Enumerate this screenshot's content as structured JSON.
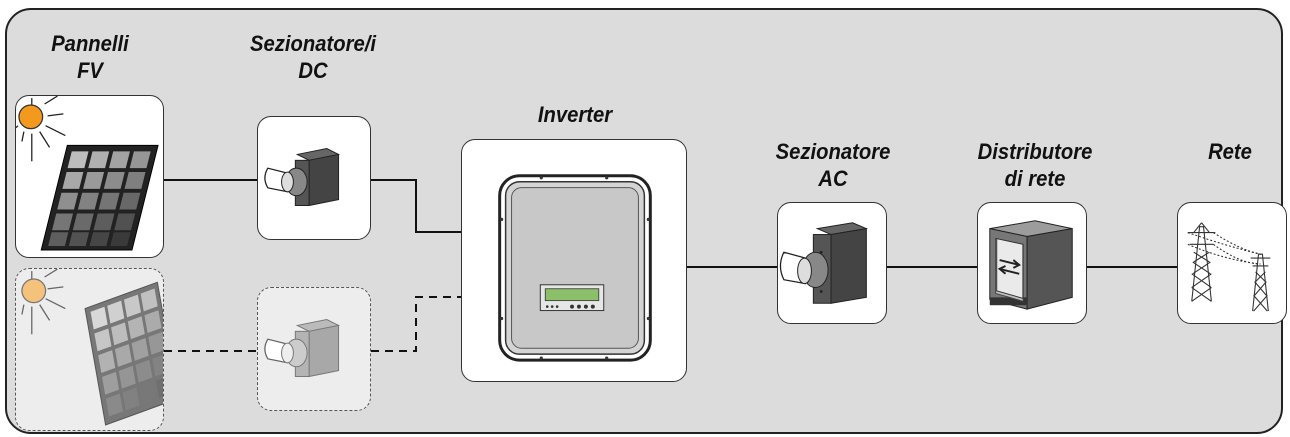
{
  "labels": {
    "pv_panels": [
      "Pannelli",
      "FV"
    ],
    "dc_disconnect": [
      "Sezionatore/i",
      "DC"
    ],
    "inverter": "Inverter",
    "ac_disconnect": [
      "Sezionatore",
      "AC"
    ],
    "grid_distributor": [
      "Distributore",
      "di rete"
    ],
    "grid": "Rete"
  },
  "icons": {
    "pv_panel_1": "solar-panel-icon",
    "pv_panel_2": "solar-panel-icon",
    "dc_switch_1": "disconnect-switch-icon",
    "dc_switch_2": "disconnect-switch-icon",
    "inverter": "inverter-icon",
    "ac_switch": "disconnect-switch-icon",
    "distributor": "grid-meter-icon",
    "grid": "power-tower-icon"
  },
  "colors": {
    "background": "#dcdcdc",
    "sun": "#f39a1e",
    "sun_faded": "#f4c27a",
    "line": "#111111"
  },
  "optional_path": "dashed"
}
